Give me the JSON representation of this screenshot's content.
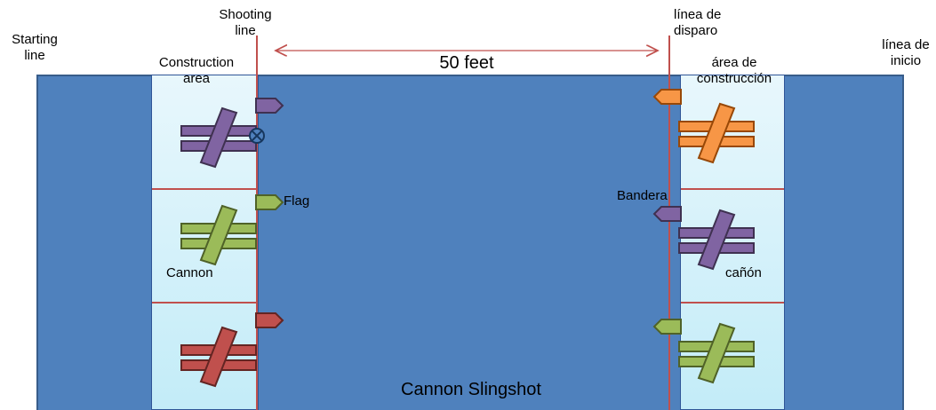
{
  "labels": {
    "starting_line_en": [
      "Starting",
      "line"
    ],
    "shooting_line_en": [
      "Shooting",
      "line"
    ],
    "construction_area_en": [
      "Construction",
      "area"
    ],
    "flag_en": "Flag",
    "cannon_en": "Cannon",
    "distance": "50 feet",
    "shooting_line_es": [
      "línea de",
      "disparo"
    ],
    "construction_area_es": [
      "área de",
      "construcción"
    ],
    "starting_line_es": [
      "línea de",
      "inicio"
    ],
    "flag_es": "Bandera",
    "cannon_es": "cañón",
    "title": "Cannon Slingshot"
  },
  "colors": {
    "field": "#4f81bd",
    "line": "#c0504d",
    "purple": "#8064a2",
    "green": "#9bbb59",
    "red": "#c0504d",
    "orange": "#f79646"
  },
  "left_cannons": [
    "purple",
    "green",
    "red"
  ],
  "right_cannons": [
    "orange",
    "purple",
    "green"
  ],
  "left_flags": [
    "purple",
    "green",
    "red"
  ],
  "right_flags": [
    "orange",
    "purple",
    "green"
  ]
}
